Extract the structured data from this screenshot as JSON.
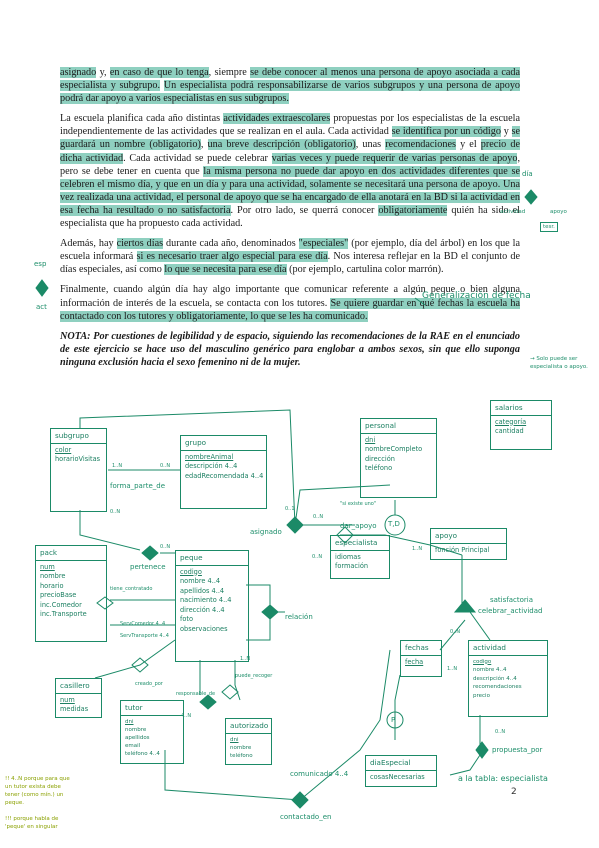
{
  "paragraphs": {
    "p1_parts": [
      "asignado",
      " y, ",
      "en caso de que lo tenga",
      ", siempre ",
      "se debe conocer al menos una persona de apoyo asociada a cada especialista y subgrupo.",
      " ",
      "Un especialista podrá responsabilizarse de varios subgrupos y una persona de apoyo podrá dar apoyo a varios especialistas en sus subgrupos."
    ],
    "p2_parts": [
      "La escuela planifica cada año distintas ",
      "actividades extraescolares",
      " propuestas por los especialistas de la escuela independientemente de las actividades que se realizan en el aula. Cada actividad ",
      "se identifica por un código",
      " y ",
      "se guardará un nombre (obligatorio)",
      ", ",
      "una breve descripción (obligatorio)",
      ", unas ",
      "recomendaciones",
      " y el ",
      "precio de dicha actividad",
      ". Cada actividad se puede celebrar ",
      "varias veces y puede requerir de varias personas de apoyo",
      ", pero se debe tener en cuenta que ",
      "la misma persona no puede dar apoyo en dos actividades diferentes que se celebren el mismo día",
      ", y que en un día y para una actividad, solamente se necesitará una persona de apoyo.",
      " Una vez realizada una actividad, el personal de apoyo que se ha encargado de ella anotará en la BD si la actividad en esa fecha ha resultado o no satisfactoria",
      ". Por otro lado, se querrá conocer ",
      "obligatoriamente",
      " quién ha sido el especialista que ha propuesto cada actividad."
    ],
    "p3_parts": [
      "Además, hay ",
      "ciertos días",
      " durante cada año, denominados ",
      "\"especiales\"",
      " (por ejemplo, día del árbol) en los que la escuela informará ",
      "si es necesario traer algo especial para ese día",
      ". Nos interesa reflejar en la BD el conjunto de días especiales, así como ",
      "lo que se necesita para ese día",
      " (por ejemplo, cartulina color marrón)."
    ],
    "p4_parts": [
      "Finalmente, cuando algún día hay algo importante que comunicar referente a algún peque o bien alguna información de interés de la escuela, se contacta con los tutores. ",
      "Se quiere guardar en qué fechas la escuela ha contactado con los tutores y obligatoriamente, lo que se les ha comunicado."
    ],
    "note_label": "NOTA:",
    "note_text": " Por cuestiones de legibilidad y de espacio, siguiendo las recomendaciones de la RAE en el enunciado de este ejercicio se hace uso del masculino genérico para englobar a ambos sexos, sin que ello suponga ninguna exclusión hacia el sexo femenino ni de la mujer."
  },
  "annotations": {
    "generalizacion": "Generalización de fecha",
    "dia": "día",
    "actividad": "actividad",
    "apoyo": "apoyo",
    "tesr": "tesr.",
    "esp": "esp",
    "act": "act",
    "solo_puede": "→ Solo puede ser especialista o apoyo.",
    "note_4n": "!! 4..N porque para que un tutor exista debe tener (como mín.) un peque.",
    "note_peque": "!!! porque habla de 'peque' en singular",
    "a_la_tabla": "a la tabla: especialista",
    "page_number": "2"
  },
  "entities": {
    "subgrupo": {
      "title": "subgrupo",
      "attrs": [
        "color",
        "horarioVisitas"
      ]
    },
    "grupo": {
      "title": "grupo",
      "attrs": [
        "nombreAnimal",
        "descripción 4..4",
        "edadRecomendada 4..4"
      ]
    },
    "personal": {
      "title": "personal",
      "attrs": [
        "dni",
        "nombreCompleto",
        "dirección",
        "teléfono"
      ]
    },
    "salarios": {
      "title": "salarios",
      "attrs": [
        "categoría",
        "cantidad"
      ]
    },
    "especialista": {
      "title": "especialista",
      "attrs": [
        "idiomas",
        "formación"
      ]
    },
    "apoyo": {
      "title": "apoyo",
      "attrs": [
        "fonción Principal"
      ]
    },
    "pack": {
      "title": "pack",
      "attrs": [
        "num",
        "nombre",
        "horario",
        "precioBase",
        "inc.Comedor",
        "inc.Transporte"
      ]
    },
    "peque": {
      "title": "peque",
      "attrs": [
        "codigo",
        "nombre 4..4",
        "apellidos 4..4",
        "nacimiento 4..4",
        "dirección 4..4",
        "foto",
        "observaciones"
      ]
    },
    "casillero": {
      "title": "casillero",
      "attrs": [
        "num",
        "medidas"
      ]
    },
    "tutor": {
      "title": "tutor",
      "attrs": [
        "dni",
        "nombre",
        "apellidos",
        "email",
        "teléfono 4..4"
      ]
    },
    "autorizado": {
      "title": "autorizado",
      "attrs": [
        "dni",
        "nombre",
        "teléfono"
      ]
    },
    "fechas": {
      "title": "fechas",
      "attrs": [
        "fecha"
      ]
    },
    "actividad": {
      "title": "actividad",
      "attrs": [
        "codigo",
        "nombre 4..4",
        "descripción 4..4",
        "recomendaciones",
        "precio"
      ]
    },
    "diaEspecial": {
      "title": "diaEspecial",
      "attrs": [
        "cosasNecesarias"
      ]
    }
  },
  "relations": {
    "forma_parte_de": "forma_parte_de",
    "pertenece": "pertenece",
    "asignado": "asignado",
    "dar_apoyo": "dar_apoyo",
    "relacion": "relación",
    "satisfactoria": "satisfactoria",
    "celebrar_actividad": "celebrar_actividad",
    "propuesta_por": "propuesta_por",
    "comunicado": "comunicado 4..4",
    "contactado_en": "contactado_en",
    "creado_por": "creado_por",
    "puede_recoger": "puede_recoger",
    "responsable_de": "responsable_de",
    "tdo": "T,D",
    "p": "P",
    "si_existe_uno": "\"si existe uno\"",
    "tiene_contratado": "tiene_contratado",
    "serv_comedor": "ServComedor 4..4",
    "serv_transporte": "ServTransporte 4..4"
  },
  "cardinalities": {
    "c_1n": "1..N",
    "c_0n": "0..N",
    "c_01": "0..1",
    "c_11": "1..1",
    "c_4n": "4..N",
    "c_04": "0..4",
    "c_1N": "1..N"
  },
  "colors": {
    "highlight": "#8fd0c0",
    "ink": "#1b8a67",
    "marker": "#2a8f7e"
  }
}
